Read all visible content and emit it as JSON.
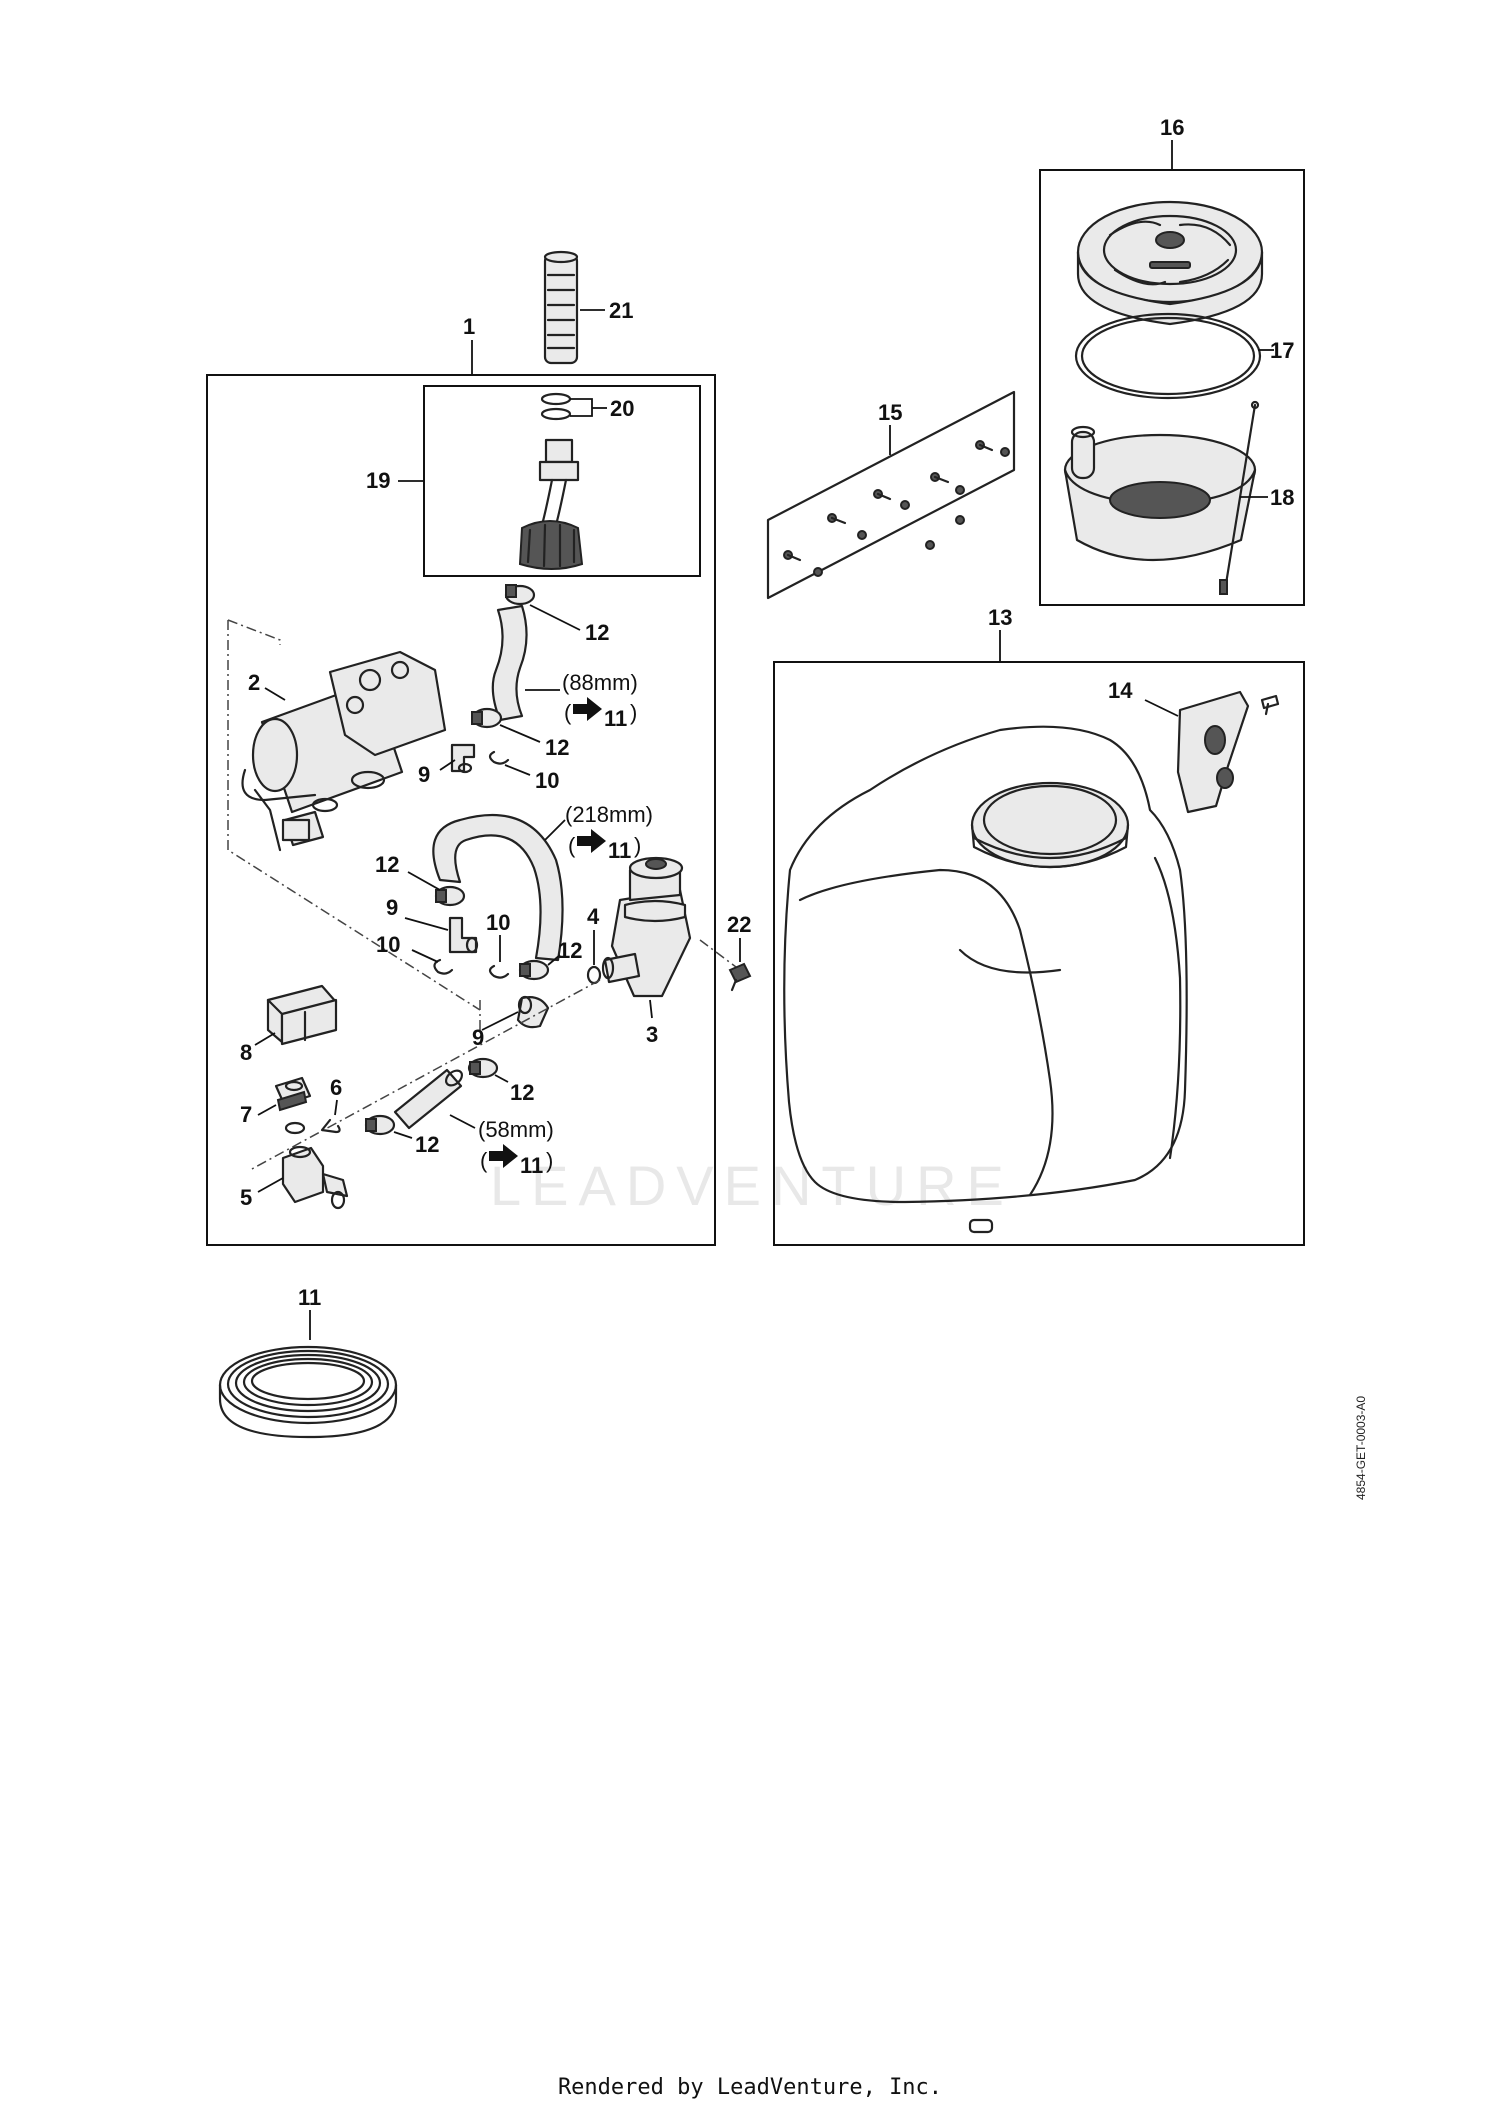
{
  "callouts": {
    "c1": "1",
    "c2": "2",
    "c3": "3",
    "c4": "4",
    "c5": "5",
    "c6": "6",
    "c7": "7",
    "c8": "8",
    "c9a": "9",
    "c9b": "9",
    "c9c": "9",
    "c10a": "10",
    "c10b": "10",
    "c10c": "10",
    "c11": "11",
    "c12a": "12",
    "c12b": "12",
    "c12c": "12",
    "c12d": "12",
    "c12e": "12",
    "c12f": "12",
    "c13": "13",
    "c14": "14",
    "c15": "15",
    "c16": "16",
    "c17": "17",
    "c18": "18",
    "c19": "19",
    "c20": "20",
    "c21": "21",
    "c22": "22"
  },
  "hose_notes": {
    "hose_88": {
      "length": "(88mm)",
      "ref": "11"
    },
    "hose_218": {
      "length": "(218mm)",
      "ref": "11"
    },
    "hose_58": {
      "length": "(58mm)",
      "ref": "11"
    }
  },
  "watermark": "LEADVENTURE",
  "drawing_code": "4854-GET-0003-A0",
  "footer": "Rendered by LeadVenture, Inc."
}
